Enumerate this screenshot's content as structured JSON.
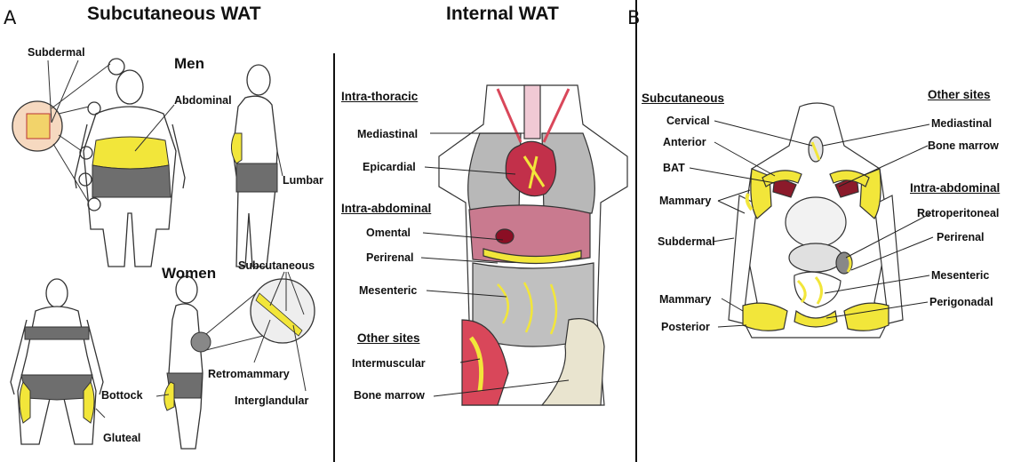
{
  "panel_a": {
    "letter": "A",
    "subcutaneous_title": "Subcutaneous WAT",
    "internal_title": "Internal WAT",
    "men_label": "Men",
    "women_label": "Women",
    "men_labels": {
      "subdermal": "Subdermal",
      "abdominal": "Abdominal",
      "lumbar": "Lumbar"
    },
    "women_labels": {
      "subcutaneous": "Subcutaneous",
      "bottock": "Bottock",
      "retromammary": "Retromammary",
      "interglandular": "Interglandular",
      "gluteal": "Gluteal"
    },
    "internal": {
      "intra_thoracic": "Intra-thoracic",
      "mediastinal": "Mediastinal",
      "epicardial": "Epicardial",
      "intra_abdominal": "Intra-abdominal",
      "omental": "Omental",
      "perirenal": "Perirenal",
      "mesenteric": "Mesenteric",
      "other_sites": "Other sites",
      "intermuscular": "Intermuscular",
      "bone_marrow": "Bone marrow"
    }
  },
  "panel_b": {
    "letter": "B",
    "subcutaneous": "Subcutaneous",
    "cervical": "Cervical",
    "anterior": "Anterior",
    "bat": "BAT",
    "mammary_upper": "Mammary",
    "subdermal": "Subdermal",
    "mammary_lower": "Mammary",
    "posterior": "Posterior",
    "other_sites": "Other sites",
    "mediastinal": "Mediastinal",
    "bone_marrow": "Bone marrow",
    "intra_abdominal": "Intra-abdominal",
    "retroperitoneal": "Retroperitoneal",
    "perirenal": "Perirenal",
    "mesenteric": "Mesenteric",
    "perigonadal": "Perigonadal"
  },
  "colors": {
    "fat_yellow": "#f2e63a",
    "underwear_gray": "#6e6e6e",
    "organ_pink": "#c97a8f",
    "muscle_red": "#d9475a",
    "outline": "#222222"
  }
}
